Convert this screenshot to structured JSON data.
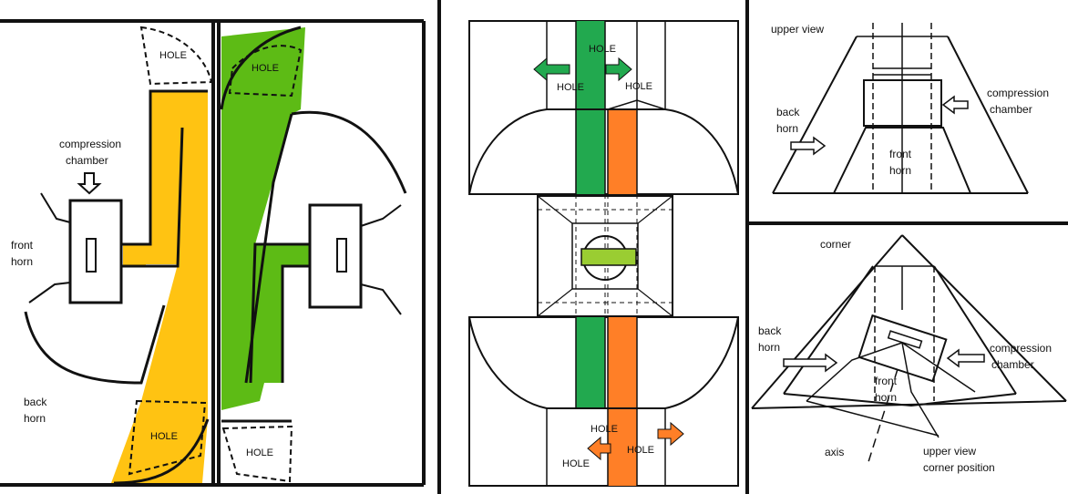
{
  "labels": {
    "hole": "HOLE",
    "compression_line1": "compression",
    "compression_line2": "chamber",
    "front_line1": "front",
    "front_line2": "horn",
    "back_line1": "back",
    "back_line2": "horn",
    "upper_view": "upper view",
    "corner": "corner",
    "axis": "axis",
    "upper_corner_line1": "upper view",
    "upper_corner_line2": "corner position"
  },
  "colors": {
    "yellow": "#FFC312",
    "green": "#5DBB15",
    "dark_green": "#22A94F",
    "orange": "#FF7F27",
    "line": "#111111",
    "background": "#FFFFFF"
  }
}
